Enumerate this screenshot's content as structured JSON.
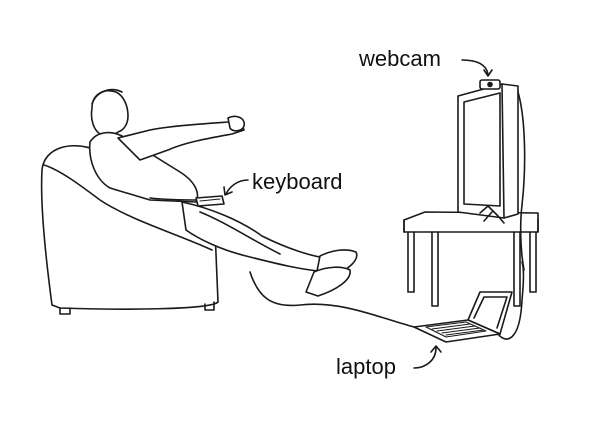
{
  "labels": {
    "webcam": "webcam",
    "keyboard": "keyboard",
    "laptop": "laptop"
  },
  "colors": {
    "ink": "#1a1a1a",
    "background": "#ffffff"
  }
}
